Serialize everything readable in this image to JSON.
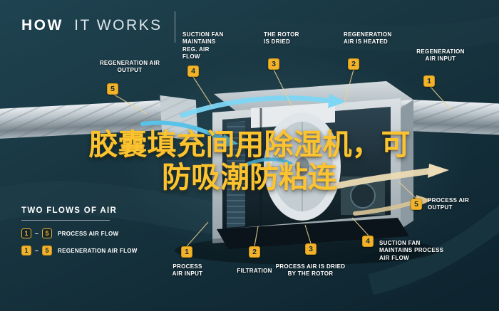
{
  "title": {
    "bold": "HOW",
    "light": "IT WORKS"
  },
  "overlay": {
    "line1": "胶囊填充间用除湿机，可",
    "line2": "防吸潮防粘连"
  },
  "callouts": {
    "top": [
      {
        "num": "5",
        "label": "REGENERATION AIR OUTPUT"
      },
      {
        "num": "4",
        "label": "SUCTION FAN MAINTAINS REG. AIR FLOW"
      },
      {
        "num": "3",
        "label": "THE ROTOR IS DRIED"
      },
      {
        "num": "2",
        "label": "REGENERATION AIR IS HEATED"
      },
      {
        "num": "1",
        "label": "REGENERATION AIR INPUT"
      }
    ],
    "bottom": [
      {
        "num": "1",
        "label": "PROCESS AIR INPUT"
      },
      {
        "num": "2",
        "label": "FILTRATION"
      },
      {
        "num": "3",
        "label": "PROCESS AIR IS DRIED BY THE ROTOR"
      },
      {
        "num": "4",
        "label": "SUCTION FAN MAINTAINS PROCESS AIR FLOW"
      },
      {
        "num": "5",
        "label": "PROCESS AIR OUTPUT"
      }
    ]
  },
  "legend": {
    "title": "TWO FLOWS OF AIR",
    "separator": "–",
    "rows": [
      {
        "from": "1",
        "to": "5",
        "label": "PROCESS AIR FLOW"
      },
      {
        "from": "1",
        "to": "5",
        "label": "REGENERATION AIR FLOW"
      }
    ]
  },
  "colors": {
    "background": "#17343f",
    "badge": "#f2b229",
    "overlay_text": "#fcc32e",
    "process_air": "#6fd2f5",
    "regeneration_air": "#ecdbb4"
  }
}
